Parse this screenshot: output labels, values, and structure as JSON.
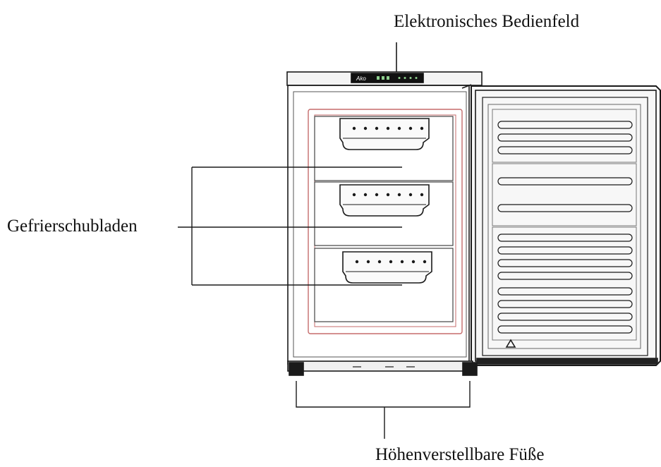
{
  "labels": {
    "control_panel": "Elektronisches Bedienfeld",
    "drawers": "Gefrierschubladen",
    "feet": "Höhenverstellbare Füße"
  },
  "panel_logo": "Ako",
  "colors": {
    "line": "#1a1a1a",
    "drawer_outline": "#c56b6b",
    "panel": "#111111"
  }
}
